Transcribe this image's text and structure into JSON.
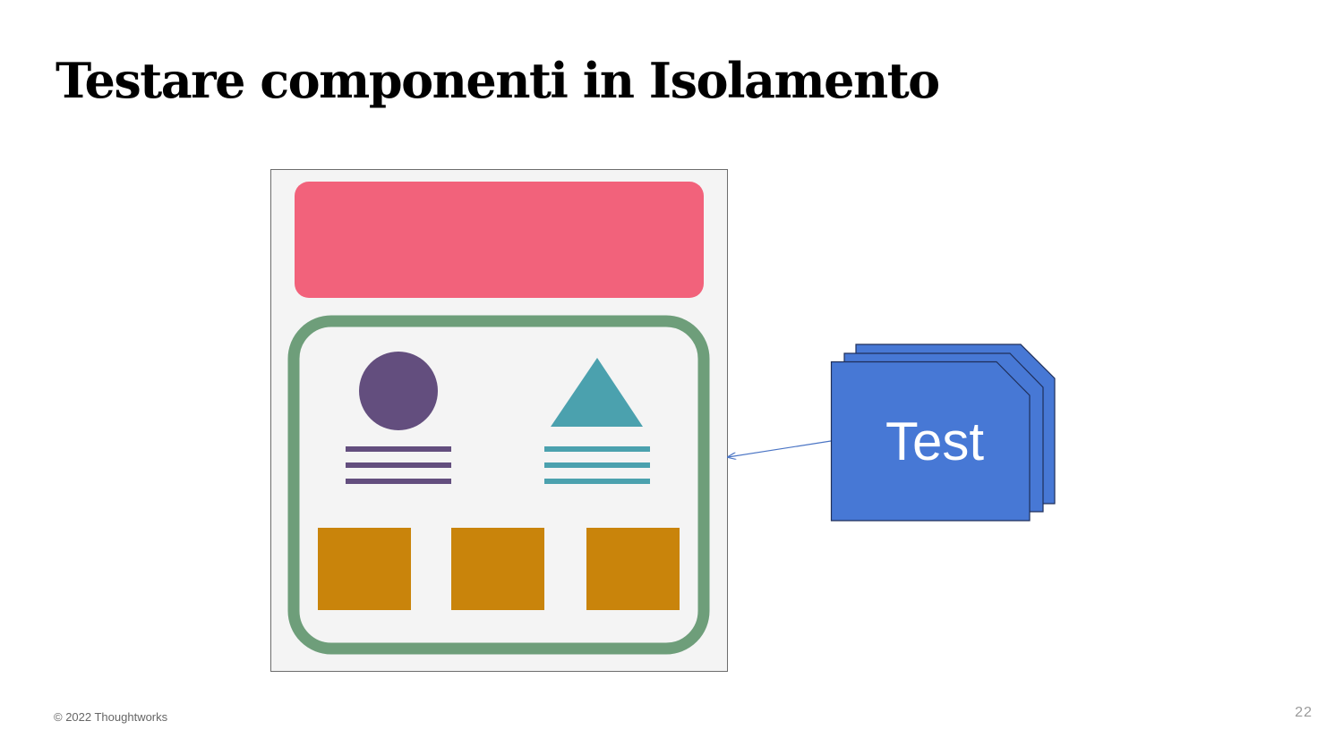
{
  "slide": {
    "title": "Testare componenti in Isolamento",
    "footer": "© 2022 Thoughtworks",
    "page_number": "22"
  },
  "diagram": {
    "test_card_label": "Test",
    "colors": {
      "header_block": "#f2627b",
      "component_border": "#6e9e7a",
      "circle": "#634e7e",
      "triangle": "#4ba1ae",
      "squares": "#c9840b",
      "test_card": "#4778d5",
      "page_background": "#f4f4f4"
    },
    "icons": [
      "circle-shape",
      "triangle-shape",
      "square-shape",
      "arrow-icon",
      "stacked-cards-icon"
    ]
  }
}
